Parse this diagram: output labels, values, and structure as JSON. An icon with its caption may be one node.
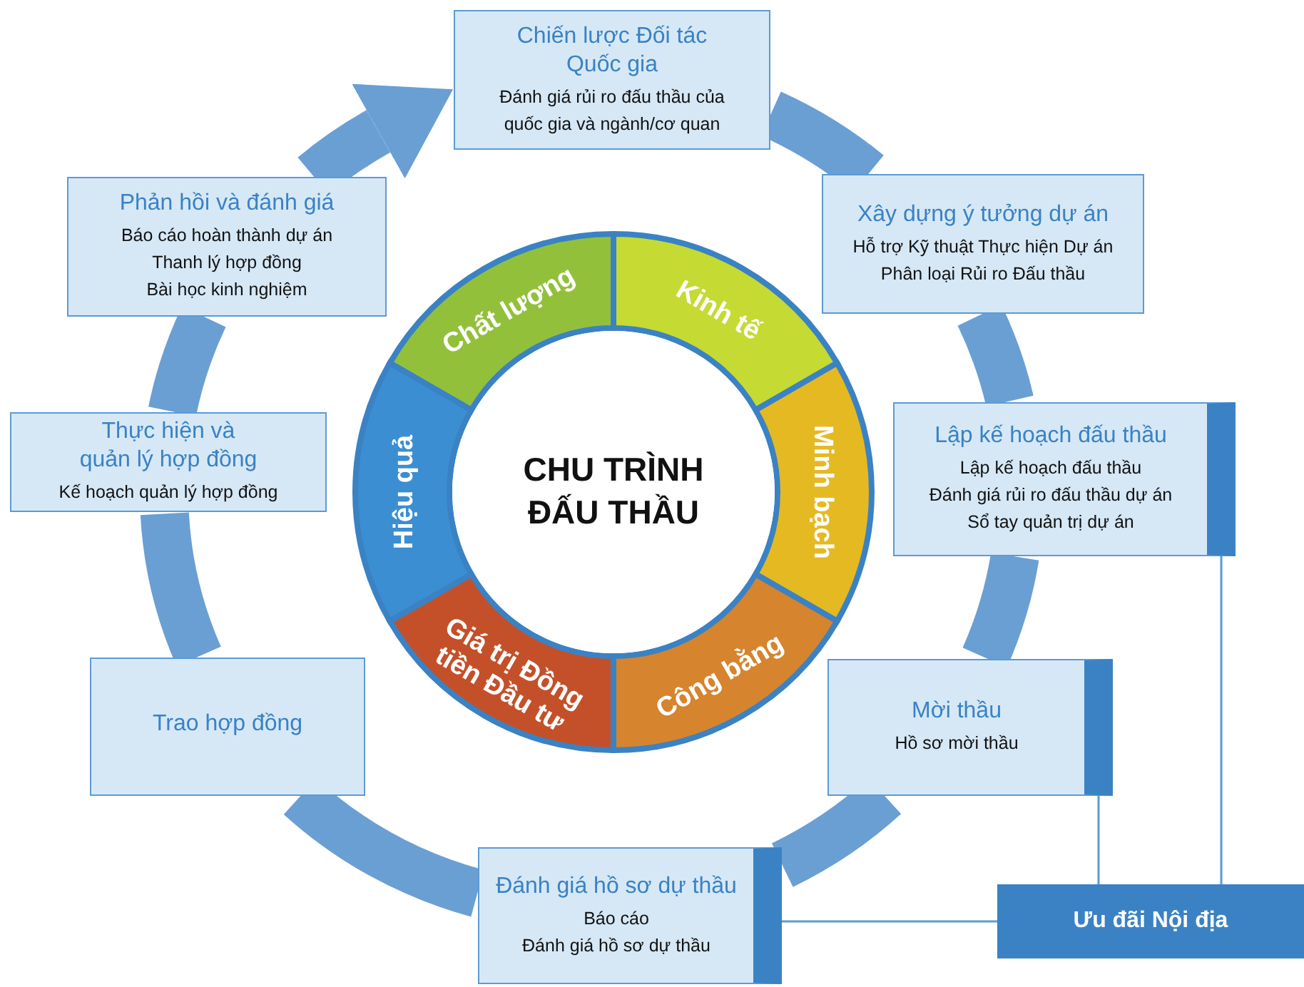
{
  "diagram": {
    "nodes": [
      {
        "text": [
          "Chiến lược Đối tác Quốc gia",
          "Đánh giá rủi ro đấu thầu của quốc gia và ngành/cơ quan"
        ]
      },
      {
        "text": [
          "Xây dựng ý tưởng dự án",
          "Hỗ trợ Kỹ thuật Thực hiện Dự án",
          "Phân loại Rủi ro Đấu thầu"
        ]
      },
      {
        "text": [
          "Lập kế hoạch đấu thầu",
          "Lập kế hoạch đấu thầu",
          "Đánh giá rủi ro đấu thầu dự án",
          "Sổ tay quản trị dự án"
        ]
      },
      {
        "text": [
          "Mời thầu",
          "Hồ sơ mời thầu"
        ]
      },
      {
        "text": [
          "Đánh giá hồ sơ dự thầu",
          "Báo cáo",
          "Đánh giá hồ sơ dự thầu"
        ]
      },
      {
        "text": [
          "Trao hợp đồng"
        ]
      },
      {
        "text": [
          "Thực hiện và quản lý hợp đồng",
          "Kế hoạch quản lý hợp đồng"
        ]
      },
      {
        "text": [
          "Phản hồi và đánh giá",
          "Báo cáo hoàn thành dự án",
          "Thanh lý hợp đồng",
          "Bài học kinh nghiệm"
        ]
      },
      {
        "text": [
          "Ưu đãi Nội địa"
        ]
      },
      {
        "text": [
          "CHU TRÌNH ĐẤU THẦU"
        ]
      },
      {
        "text": [
          "Chất lượng"
        ]
      },
      {
        "text": [
          "Kinh tế"
        ]
      },
      {
        "text": [
          "Minh bạch"
        ]
      },
      {
        "text": [
          "Công bằng"
        ]
      },
      {
        "text": [
          "Giá trị Đồng tiền Đầu tư"
        ]
      },
      {
        "text": [
          "Hiệu quả"
        ]
      }
    ],
    "edges": [
      {
        "from": 0,
        "to": 1,
        "arrow": "none"
      },
      {
        "from": 1,
        "to": 2,
        "arrow": "none"
      },
      {
        "from": 2,
        "to": 3,
        "arrow": "none"
      },
      {
        "from": 3,
        "to": 4,
        "arrow": "none"
      },
      {
        "from": 4,
        "to": 5,
        "arrow": "none"
      },
      {
        "from": 5,
        "to": 6,
        "arrow": "none"
      },
      {
        "from": 6,
        "to": 7,
        "arrow": "none"
      },
      {
        "from": 7,
        "to": 0,
        "arrow": "to"
      },
      {
        "from": 2,
        "to": 8,
        "arrow": "none",
        "color": "#5b9bd5"
      },
      {
        "from": 3,
        "to": 8,
        "arrow": "none",
        "color": "#5b9bd5"
      },
      {
        "from": 4,
        "to": 8,
        "arrow": "none",
        "color": "#5b9bd5"
      }
    ]
  }
}
